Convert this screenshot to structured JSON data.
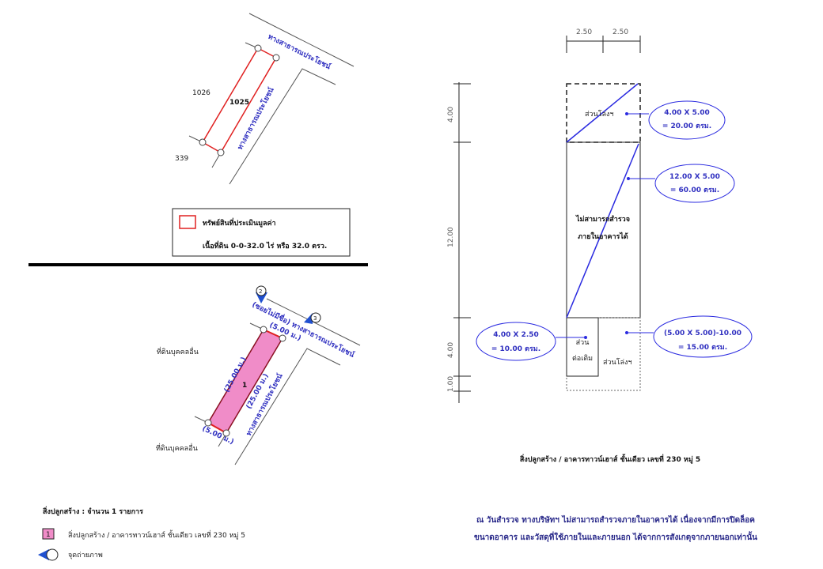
{
  "site_map": {
    "road_label_top": "ทางสาธารณประโยชน์",
    "road_label_side": "ทางสาธารณประโยชน์",
    "parcel_left": "1026",
    "parcel_main": "1025",
    "parcel_bottom": "339",
    "legend_label": "ทรัพย์สินที่ประเมินมูลค่า",
    "legend_area": "เนื้อที่ดิน 0-0-32.0 ไร่ หรือ 32.0 ตรว."
  },
  "building_map": {
    "road_label_top": "(ซอยไม่มีชื่อ) ทางสาธารณประโยชน์",
    "road_label_side": "ทางสาธารณประโยชน์",
    "neighbor_top": "ที่ดินบุคคลอื่น",
    "neighbor_bottom": "ที่ดินบุคคลอื่น",
    "width_top": "(5.00 ม.)",
    "width_bottom": "(5.00 ม.)",
    "length_left": "(25.00 ม.)",
    "length_right": "(25.00 ม.)",
    "building_number": "1",
    "camera_points": [
      "2",
      "3"
    ],
    "colors": {
      "building": "#f08cc8",
      "camera": "#2050d0"
    }
  },
  "legend": {
    "title": "สิ่งปลูกสร้าง : จำนวน 1 รายการ",
    "item_number": "1",
    "item_label": "สิ่งปลูกสร้าง / อาคารทาวน์เฮาส์ ชั้นเดียว เลขที่ 230 หมู่ 5",
    "camera_label": "จุดถ่ายภาพ"
  },
  "floor_plan": {
    "dims_top": [
      "2.50",
      "2.50"
    ],
    "dims_left": [
      "4.00",
      "12.00",
      "4.00",
      "1.00"
    ],
    "zone_top": "ส่วนโล่งฯ",
    "zone_main_line1": "ไม่สามารถสำรวจ",
    "zone_main_line2": "ภายในอาคารได้",
    "zone_ext_line1": "ส่วน",
    "zone_ext_line2": "ต่อเติม",
    "zone_open": "ส่วนโล่งฯ",
    "calc": [
      {
        "line1": "4.00 X 5.00",
        "line2": "= 20.00 ตรม."
      },
      {
        "line1": "12.00 X 5.00",
        "line2": "= 60.00 ตรม."
      },
      {
        "line1": "4.00 X 2.50",
        "line2": "= 10.00 ตรม."
      },
      {
        "line1": "(5.00 X 5.00)-10.00",
        "line2": "= 15.00 ตรม."
      }
    ],
    "caption": "สิ่งปลูกสร้าง / อาคารทาวน์เฮาส์ ชั้นเดียว เลขที่ 230 หมู่ 5",
    "note_line1": "ณ วันสำรวจ ทางบริษัทฯ ไม่สามารถสำรวจภายในอาคารได้ เนื่องจากมีการปิดล็อค",
    "note_line2": "ขนาดอาคาร และวัสดุที่ใช้ภายในและภายนอก ได้จากการสังเกตุจากภายนอกเท่านั้น"
  }
}
